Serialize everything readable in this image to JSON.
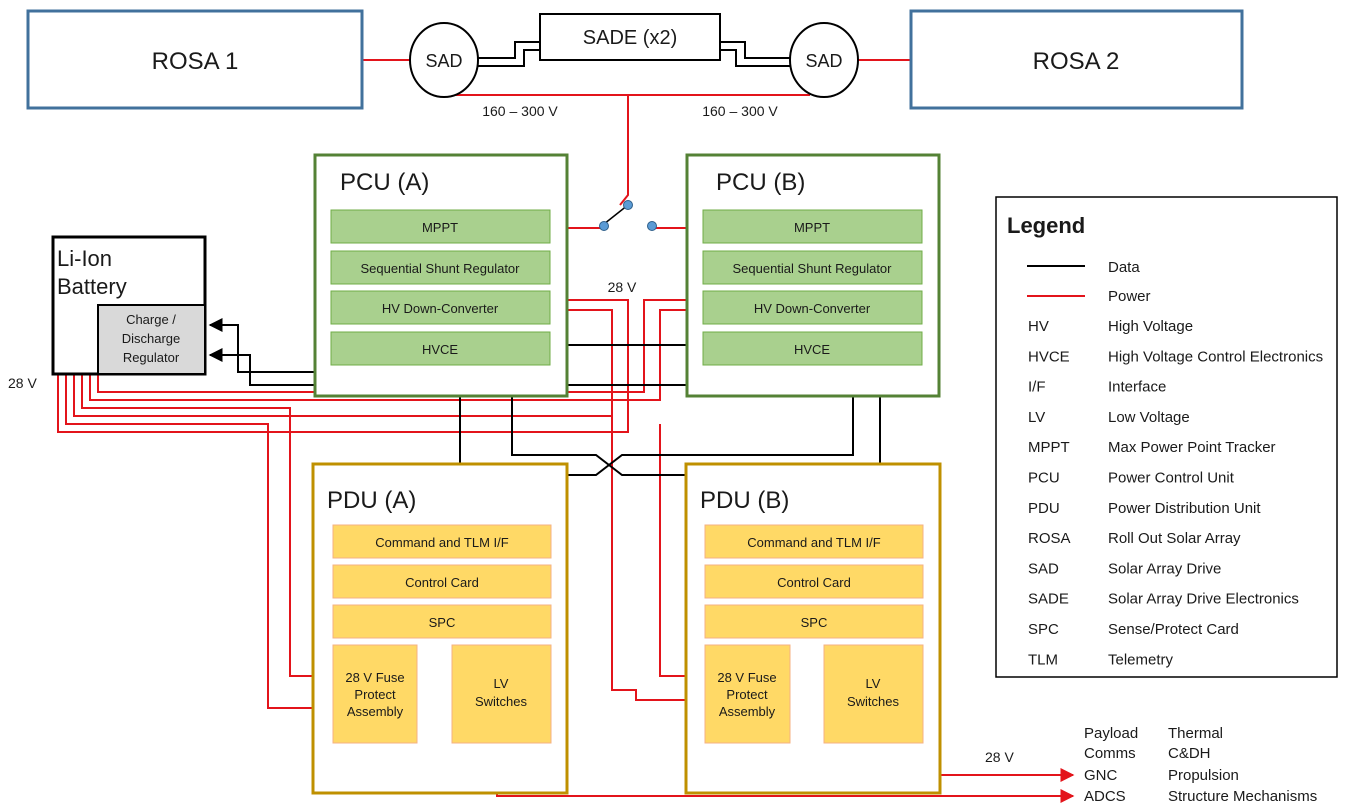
{
  "top": {
    "rosa1": "ROSA 1",
    "rosa2": "ROSA 2",
    "sad_left": "SAD",
    "sad_right": "SAD",
    "sade": "SADE (x2)",
    "voltage_left": "160 – 300 V",
    "voltage_right": "160 – 300 V"
  },
  "pcu_a": {
    "title": "PCU (A)",
    "cards": [
      "MPPT",
      "Sequential Shunt Regulator",
      "HV Down-Converter",
      "HVCE"
    ]
  },
  "pcu_b": {
    "title": "PCU (B)",
    "cards": [
      "MPPT",
      "Sequential Shunt Regulator",
      "HV Down-Converter",
      "HVCE"
    ]
  },
  "pcu_voltage": "28 V",
  "battery": {
    "title_line1": "Li-Ion",
    "title_line2": "Battery",
    "regulator_line1": "Charge /",
    "regulator_line2": "Discharge",
    "regulator_line3": "Regulator",
    "voltage": "28 V"
  },
  "pdu_a": {
    "title": "PDU (A)",
    "cards": [
      "Command and TLM I/F",
      "Control Card",
      "SPC"
    ],
    "fuse_lines": [
      "28 V Fuse",
      "Protect",
      "Assembly"
    ],
    "switch_lines": [
      "LV",
      "Switches"
    ]
  },
  "pdu_b": {
    "title": "PDU (B)",
    "cards": [
      "Command and TLM I/F",
      "Control Card",
      "SPC"
    ],
    "fuse_lines": [
      "28 V Fuse",
      "Protect",
      "Assembly"
    ],
    "switch_lines": [
      "LV",
      "Switches"
    ]
  },
  "loads": {
    "voltage": "28 V",
    "col1": [
      "Payload",
      "Comms",
      "GNC",
      "ADCS"
    ],
    "col2": [
      "Thermal",
      "C&DH",
      "Propulsion",
      "Structure Mechanisms"
    ]
  },
  "legend": {
    "title": "Legend",
    "line_items": [
      {
        "label": "Data",
        "color": "#000000"
      },
      {
        "label": "Power",
        "color": "#e3141b"
      }
    ],
    "entries": [
      {
        "abbr": "HV",
        "meaning": "High Voltage"
      },
      {
        "abbr": "HVCE",
        "meaning": "High Voltage Control Electronics"
      },
      {
        "abbr": "I/F",
        "meaning": "Interface"
      },
      {
        "abbr": "LV",
        "meaning": "Low Voltage"
      },
      {
        "abbr": "MPPT",
        "meaning": "Max Power Point Tracker"
      },
      {
        "abbr": "PCU",
        "meaning": "Power Control Unit"
      },
      {
        "abbr": "PDU",
        "meaning": "Power Distribution Unit"
      },
      {
        "abbr": "ROSA",
        "meaning": "Roll Out Solar Array"
      },
      {
        "abbr": "SAD",
        "meaning": "Solar Array Drive"
      },
      {
        "abbr": "SADE",
        "meaning": "Solar Array Drive Electronics"
      },
      {
        "abbr": "SPC",
        "meaning": "Sense/Protect Card"
      },
      {
        "abbr": "TLM",
        "meaning": "Telemetry"
      }
    ]
  },
  "colors": {
    "rosa_border": "#41719c",
    "pcu_border": "#548235",
    "pcu_card_fill": "#a9d08e",
    "pcu_card_border": "#70ad47",
    "pdu_border": "#bf9000",
    "pdu_card_fill": "#ffd966",
    "pdu_card_border": "#f4b183",
    "regulator_fill": "#d9d9d9",
    "power": "#e3141b",
    "data": "#000000",
    "switch_node": "#5b9bd5"
  }
}
